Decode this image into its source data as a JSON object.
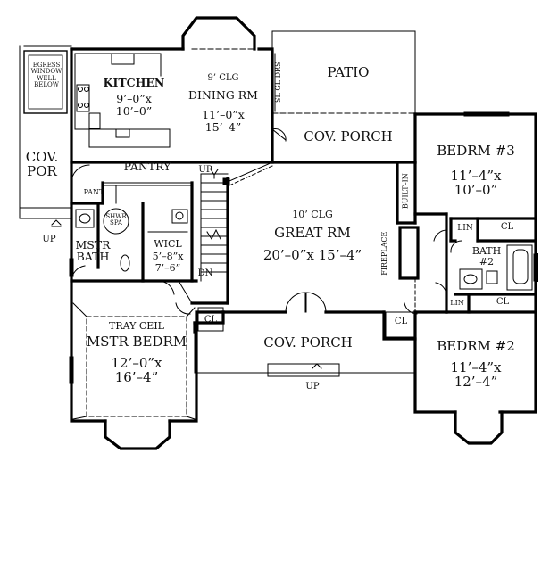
{
  "rooms": {
    "egress": {
      "line1": "EGRESS",
      "line2": "WINDOW",
      "line3": "WELL",
      "line4": "BELOW"
    },
    "kitchen": {
      "name": "KITCHEN",
      "dim1": "9’–0”x",
      "dim2": "10’–0”"
    },
    "dining": {
      "clg": "9’ CLG",
      "name": "DINING RM",
      "dim1": "11’–0”x",
      "dim2": "15’–4”"
    },
    "sl_gl_drs": "SL GL DRS",
    "patio": "PATIO",
    "cov_porch_top": "COV. PORCH",
    "cov_por": {
      "line1": "COV.",
      "line2": "POR"
    },
    "pantry": "PANTRY",
    "pant": "PANT",
    "shwr_spa": {
      "line1": "SHWR",
      "line2": "SPA"
    },
    "mstr_bath": {
      "line1": "MSTR",
      "line2": "BATH"
    },
    "wicl": {
      "name": "WICL",
      "dim1": "5’–8”x",
      "dim2": "7’–6”"
    },
    "up_stair": "UP",
    "dn_stair": "DN",
    "up_left": "UP",
    "great_rm": {
      "clg": "10’ CLG",
      "name": "GREAT RM",
      "dims": "20’–0”x 15’–4”"
    },
    "built_in": "BUILT–IN",
    "fireplace": "FIREPLACE",
    "bedrm3": {
      "name": "BEDRM #3",
      "dim1": "11’–4”x",
      "dim2": "10’–0”"
    },
    "lin1": "LIN",
    "cl_top": "CL",
    "bath2": {
      "line1": "BATH",
      "line2": "#2"
    },
    "lin2": "LIN",
    "cl_mid": "CL",
    "mstr_bedrm": {
      "ceil": "TRAY CEIL",
      "name": "MSTR BEDRM",
      "dim1": "12’–0”x",
      "dim2": "16’–4”"
    },
    "cl_left": "CL",
    "cl_right": "CL",
    "cov_porch_front": "COV. PORCH",
    "up_front": "UP",
    "bedrm2": {
      "name": "BEDRM #2",
      "dim1": "11’–4”x",
      "dim2": "12’–4”"
    }
  }
}
